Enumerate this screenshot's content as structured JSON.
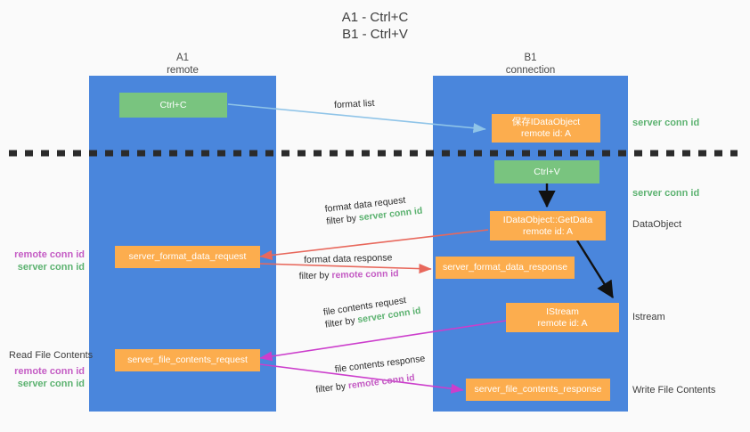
{
  "title": {
    "line1": "A1 - Ctrl+C",
    "line2": "B1 - Ctrl+V"
  },
  "columns": [
    {
      "name": "A1",
      "role": "remote"
    },
    {
      "name": "B1",
      "role": "connection"
    }
  ],
  "nodes": {
    "ctrl_c": {
      "label": "Ctrl+C"
    },
    "ctrl_v": {
      "label": "Ctrl+V"
    },
    "save_idataobject": {
      "line1": "保存IDataObject",
      "line2": "remote id: A"
    },
    "getdata": {
      "line1": "IDataObject::GetData",
      "line2": "remote id: A"
    },
    "istream": {
      "line1": "IStream",
      "line2": "remote id: A"
    },
    "server_format_data_request": {
      "label": "server_format_data_request"
    },
    "server_format_data_response": {
      "label": "server_format_data_response"
    },
    "server_file_contents_request": {
      "label": "server_file_contents_request"
    },
    "server_file_contents_response": {
      "label": "server_file_contents_response"
    }
  },
  "annotations": {
    "server_conn_id_1": "server conn id",
    "server_conn_id_2": "server conn id",
    "dataobject": "DataObject",
    "istream": "Istream",
    "write_file_contents": "Write File Contents",
    "read_file_contents": "Read File Contents",
    "left_remote_1": "remote conn id",
    "left_server_1": "server conn id",
    "left_remote_2": "remote conn id",
    "left_server_2": "server conn id"
  },
  "edges": {
    "format_list": {
      "label": "format list"
    },
    "format_data_request": {
      "line1": "format data request",
      "prefix": "filter by ",
      "key": "server conn id"
    },
    "format_data_response": {
      "line1": "format data response",
      "prefix": "filter by ",
      "key": "remote conn id"
    },
    "file_contents_request": {
      "line1": "file contents request",
      "prefix": "filter by ",
      "key": "server conn id"
    },
    "file_contents_response": {
      "line1": "file contents response",
      "prefix": "filter by ",
      "key": "remote conn id"
    }
  },
  "colors": {
    "lane": "#4a86dc",
    "green_node": "#79c47f",
    "orange_node": "#fcad4e",
    "server_conn_id": "#5cb270",
    "remote_conn_id": "#c45cc4",
    "arrow_light_blue": "#8fc4e8",
    "arrow_red": "#e8685c",
    "arrow_magenta": "#cc3ecc",
    "arrow_black": "#111111",
    "background": "#fafafa"
  }
}
